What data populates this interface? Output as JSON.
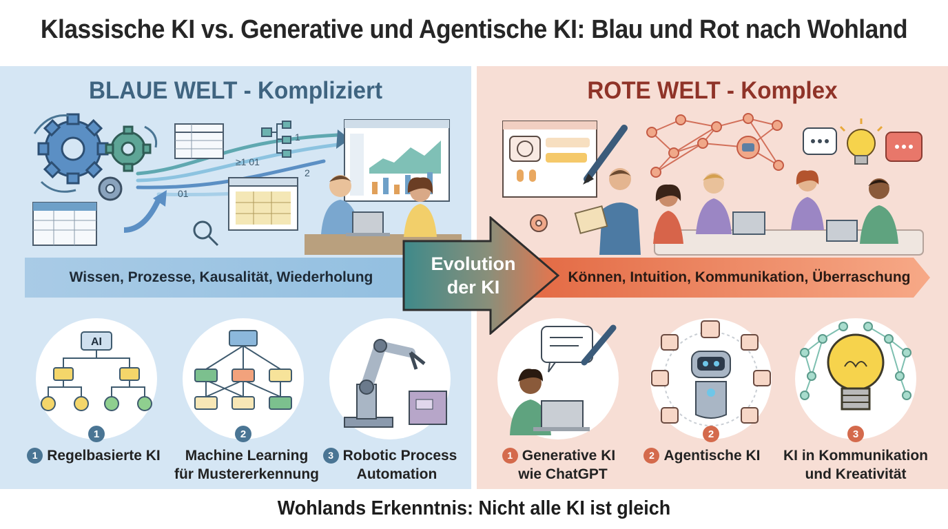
{
  "title": "Klassische KI vs. Generative und Agentische KI: Blau und Rot nach Wohland",
  "blue_world": {
    "title": "BLAUE WELT - Kompliziert",
    "band": "Wissen, Prozesse, Kausalität, Wiederholung",
    "sketch_labels": {
      "binary_a": "≥1 01",
      "binary_b": "01",
      "num_1": "1",
      "num_2": "2"
    },
    "items": [
      {
        "number": "1",
        "label_lines": [
          "Regelbasierte KI"
        ],
        "icon_text": "AI"
      },
      {
        "number": "2",
        "label_lines": [
          "Machine Learning",
          "für Mustererkennung"
        ]
      },
      {
        "number": "3",
        "label_lines": [
          "Robotic Process",
          "Automation"
        ]
      }
    ]
  },
  "red_world": {
    "title": "ROTE WELT - Komplex",
    "band": "Können, Intuition, Kommunikation, Überraschung",
    "items": [
      {
        "number": "1",
        "label_lines": [
          "Generative KI",
          "wie ChatGPT"
        ]
      },
      {
        "number": "2",
        "label_lines": [
          "Agentische KI"
        ]
      },
      {
        "number": "3",
        "label_lines": [
          "KI in Kommunikation",
          "und Kreativität"
        ]
      }
    ]
  },
  "arrow": {
    "line1": "Evolution",
    "line2": "der KI"
  },
  "footer": "Wohlands Erkenntnis: Nicht alle KI ist gleich",
  "colors": {
    "blue_bg": "#d5e6f4",
    "red_bg": "#f7ded5",
    "blue_accent": "#4a7594",
    "red_accent": "#d46a4c"
  },
  "icons": [
    "gear-icon",
    "flowchart-icon",
    "dashboard-icon",
    "robot-arm-icon",
    "chat-bubble-icon",
    "robot-icon",
    "lightbulb-icon",
    "network-icon"
  ]
}
